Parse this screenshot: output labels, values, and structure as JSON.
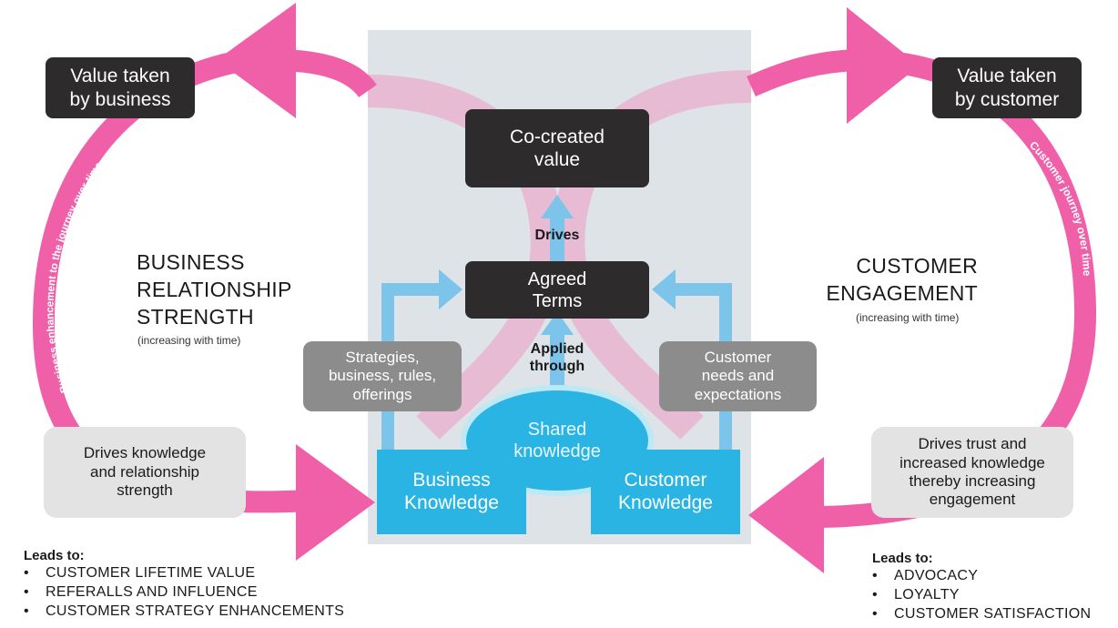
{
  "colors": {
    "pink": "#f060a8",
    "pink_light": "#e8b6d0",
    "panel": "#dde3e6",
    "blue": "#2ab4e4",
    "blue_light": "#7cc4ea",
    "dark_box": "#2d2b2c",
    "mid_box": "#8c8c8c",
    "light_box": "#e3e3e3"
  },
  "nodes": {
    "value_business": "Value taken\nby business",
    "value_customer": "Value taken\nby customer",
    "co_created": "Co-created\nvalue",
    "agreed_terms": "Agreed\nTerms",
    "strategies": "Strategies,\nbusiness, rules,\nofferings",
    "customer_needs": "Customer\nneeds and\nexpectations",
    "shared_knowledge": "Shared\nknowledge",
    "business_knowledge": "Business\nKnowledge",
    "customer_knowledge": "Customer\nKnowledge",
    "drives_knowledge": "Drives knowledge\nand relationship\nstrength",
    "drives_trust": "Drives trust and\nincreased knowledge\nthereby increasing\nengagement"
  },
  "labels": {
    "drives": "Drives",
    "applied_through": "Applied\nthrough",
    "brs_title": "BUSINESS\nRELATIONSHIP\nSTRENGTH",
    "brs_sub": "(increasing with time)",
    "ce_title": "CUSTOMER\nENGAGEMENT",
    "ce_sub": "(increasing with time)",
    "left_arc": "Business enhancement to the journey over time",
    "right_arc": "Customer journey over time"
  },
  "leads_left": {
    "title": "Leads to:",
    "items": [
      "CUSTOMER LIFETIME VALUE",
      "REFERALLS AND INFLUENCE",
      "CUSTOMER STRATEGY ENHANCEMENTS"
    ]
  },
  "leads_right": {
    "title": "Leads to:",
    "items": [
      "ADVOCACY",
      "LOYALTY",
      "CUSTOMER SATISFACTION"
    ]
  }
}
